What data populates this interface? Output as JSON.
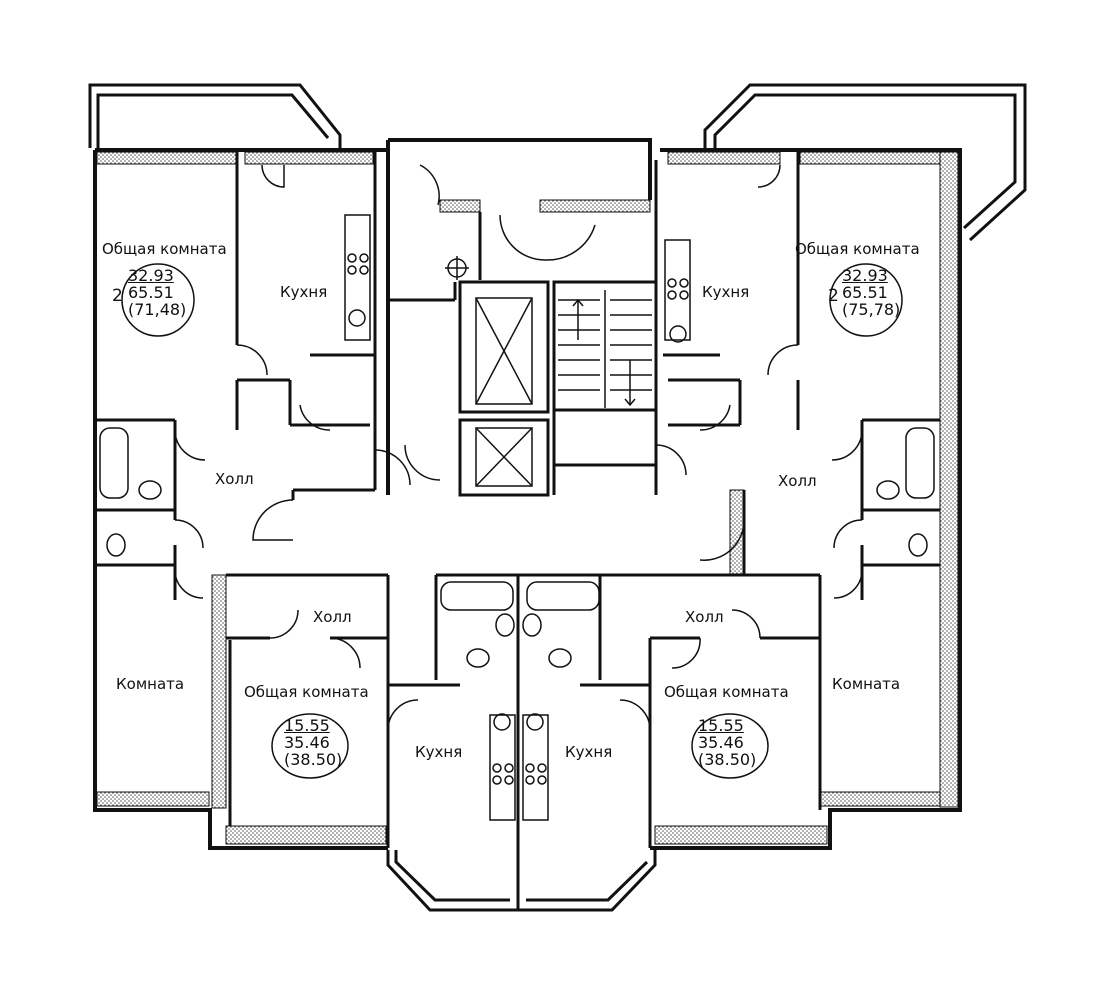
{
  "labels": {
    "tl_living": "Общая комната",
    "tl_kitchen": "Кухня",
    "tr_kitchen": "Кухня",
    "tr_living": "Общая комната",
    "left_hall": "Холл",
    "right_hall": "Холл",
    "left_room": "Комната",
    "right_room": "Комната",
    "bl_hall": "Холл",
    "br_hall": "Холл",
    "bl_living": "Общая комната",
    "br_living": "Общая комната",
    "bc_kitchen_left": "Кухня",
    "bc_kitchen_right": "Кухня"
  },
  "areas": {
    "tl": {
      "rooms": "2",
      "living": "32.93",
      "total": "65.51",
      "with_balcony": "(71,48)"
    },
    "tr": {
      "rooms": "2",
      "living": "32.93",
      "total": "65.51",
      "with_balcony": "(75,78)"
    },
    "bl": {
      "living": "15.55",
      "total": "35.46",
      "with_balcony": "(38.50)"
    },
    "br": {
      "living": "15.55",
      "total": "35.46",
      "with_balcony": "(38.50)"
    }
  },
  "colors": {
    "wall": "#111111",
    "hatch": "#9a9a9a",
    "background": "#ffffff"
  }
}
